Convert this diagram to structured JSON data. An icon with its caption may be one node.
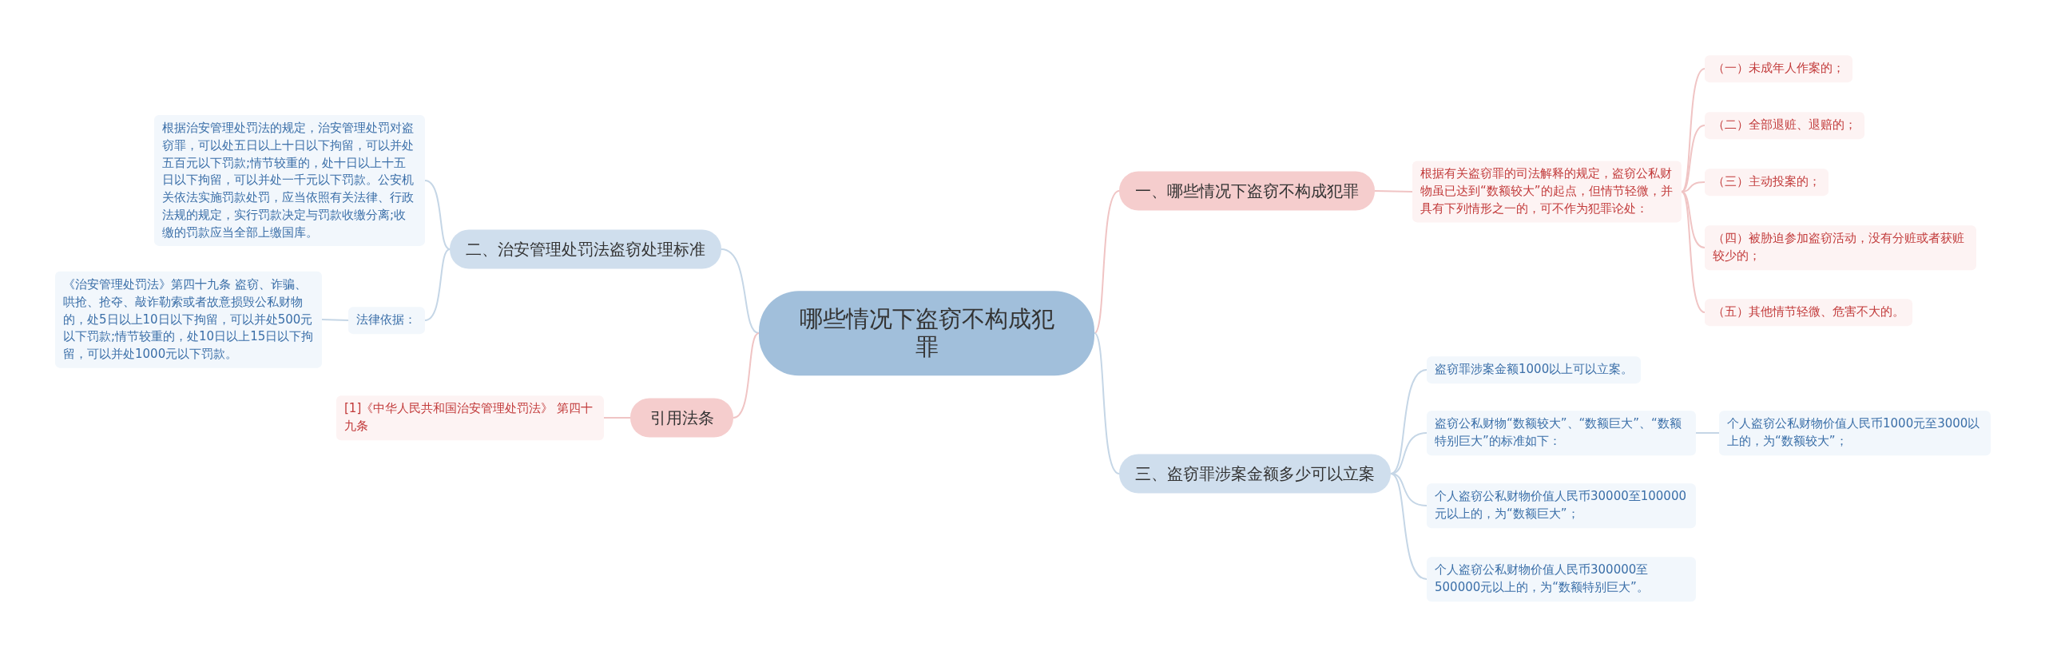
{
  "diagram": {
    "nodes": [
      {
        "text": [
          "哪些情况下盗窃不构成犯罪"
        ]
      },
      {
        "text": [
          "一、哪些情况下盗窃不构成犯罪"
        ]
      },
      {
        "text": [
          "根据有关盗窃罪的司法解释的规定，盗窃公私财物虽已达到“数额较大”的起点，但情节轻微，并具有下列情形之一的，可不作为犯罪论处："
        ]
      },
      {
        "text": [
          "（一）未成年人作案的；"
        ]
      },
      {
        "text": [
          "（二）全部退赃、退赔的；"
        ]
      },
      {
        "text": [
          "（三）主动投案的；"
        ]
      },
      {
        "text": [
          "（四）被胁迫参加盗窃活动，没有分赃或者获赃较少的；"
        ]
      },
      {
        "text": [
          "（五）其他情节轻微、危害不大的。"
        ]
      },
      {
        "text": [
          "二、治安管理处罚法盗窃处理标准"
        ]
      },
      {
        "text": [
          "根据治安管理处罚法的规定，治安管理处罚对盗窃罪，可以处五日以上十日以下拘留，可以并处五百元以下罚款;情节较重的，处十日以上十五日以下拘留，可以并处一千元以下罚款。公安机关依法实施罚款处罚，应当依照有关法律、行政法规的规定，实行罚款决定与罚款收缴分离;收缴的罚款应当全部上缴国库。"
        ]
      },
      {
        "text": [
          "法律依据："
        ]
      },
      {
        "text": [
          "《治安管理处罚法》第四十九条 盗窃、诈骗、哄抢、抢夺、敲诈勒索或者故意损毁公私财物的，处5日以上10日以下拘留，可以并处500元以下罚款;情节较重的，处10日以上15日以下拘留，可以并处1000元以下罚款。"
        ]
      },
      {
        "text": [
          "引用法条"
        ]
      },
      {
        "text": [
          "[1]《中华人民共和国治安管理处罚法》 第四十九条"
        ]
      },
      {
        "text": [
          "三、盗窃罪涉案金额多少可以立案"
        ]
      },
      {
        "text": [
          "盗窃罪涉案金额1000以上可以立案。"
        ]
      },
      {
        "text": [
          "盗窃公私财物“数额较大”、“数额巨大”、“数额特别巨大”的标准如下："
        ]
      },
      {
        "text": [
          "个人盗窃公私财物价值人民币1000元至3000以上的，为“数额较大”；"
        ]
      },
      {
        "text": [
          "个人盗窃公私财物价值人民币30000至100000元以上的，为“数额巨大”；"
        ]
      },
      {
        "text": [
          "个人盗窃公私财物价值人民币300000至500000元以上的，为“数额特别巨大”。"
        ]
      }
    ],
    "edges": [
      {
        "from": 0,
        "to": 1,
        "arrow": "none",
        "color": "#f0c4c4"
      },
      {
        "from": 1,
        "to": 2,
        "arrow": "none",
        "color": "#f0c4c4"
      },
      {
        "from": 2,
        "to": 3,
        "arrow": "none",
        "color": "#f0c4c4"
      },
      {
        "from": 2,
        "to": 4,
        "arrow": "none",
        "color": "#f0c4c4"
      },
      {
        "from": 2,
        "to": 5,
        "arrow": "none",
        "color": "#f0c4c4"
      },
      {
        "from": 2,
        "to": 6,
        "arrow": "none",
        "color": "#f0c4c4"
      },
      {
        "from": 2,
        "to": 7,
        "arrow": "none",
        "color": "#f0c4c4"
      },
      {
        "from": 0,
        "to": 8,
        "arrow": "none"
      },
      {
        "from": 8,
        "to": 9,
        "arrow": "none"
      },
      {
        "from": 8,
        "to": 10,
        "arrow": "none"
      },
      {
        "from": 10,
        "to": 11,
        "arrow": "none"
      },
      {
        "from": 0,
        "to": 12,
        "arrow": "none",
        "color": "#f0c4c4"
      },
      {
        "from": 12,
        "to": 13,
        "arrow": "none",
        "color": "#f0c4c4"
      },
      {
        "from": 0,
        "to": 14,
        "arrow": "none"
      },
      {
        "from": 14,
        "to": 15,
        "arrow": "none"
      },
      {
        "from": 14,
        "to": 16,
        "arrow": "none"
      },
      {
        "from": 16,
        "to": 17,
        "arrow": "none"
      },
      {
        "from": 14,
        "to": 18,
        "arrow": "none"
      },
      {
        "from": 14,
        "to": 19,
        "arrow": "none"
      }
    ]
  }
}
